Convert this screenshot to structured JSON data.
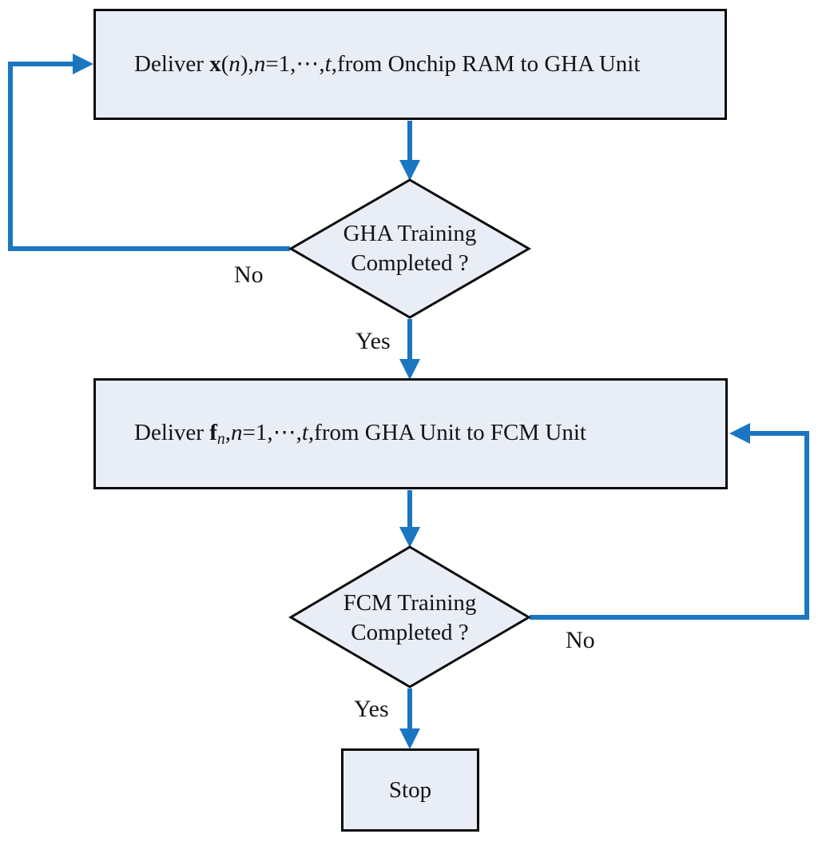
{
  "colors": {
    "arrow": "#1b76c2",
    "node_fill": "#e8edf6",
    "node_border": "#0b0b0b",
    "text": "#141414",
    "background": "#ffffff"
  },
  "nodes": {
    "box1": {
      "segments": [
        {
          "text": "Deliver ",
          "style": "normal"
        },
        {
          "text": "x",
          "style": "bold"
        },
        {
          "text": "(",
          "style": "normal"
        },
        {
          "text": "n",
          "style": "italic"
        },
        {
          "text": "),",
          "style": "normal"
        },
        {
          "text": "n",
          "style": "italic"
        },
        {
          "text": "=1,⋯,",
          "style": "normal"
        },
        {
          "text": "t",
          "style": "italic"
        },
        {
          "text": ",from Onchip RAM to GHA Unit",
          "style": "normal"
        }
      ]
    },
    "decision1": {
      "line1": "GHA Training",
      "line2": "Completed ?"
    },
    "box2": {
      "segments": [
        {
          "text": "Deliver ",
          "style": "normal"
        },
        {
          "text": "f",
          "style": "bold"
        },
        {
          "text": "n",
          "style": "subscript-italic"
        },
        {
          "text": ",",
          "style": "normal"
        },
        {
          "text": "n",
          "style": "italic"
        },
        {
          "text": "=1,⋯,",
          "style": "normal"
        },
        {
          "text": "t",
          "style": "italic"
        },
        {
          "text": ",from GHA Unit to FCM Unit",
          "style": "normal"
        }
      ]
    },
    "decision2": {
      "line1": "FCM Training",
      "line2": "Completed ?"
    },
    "stop": {
      "label": "Stop"
    }
  },
  "edge_labels": {
    "decision1_no": "No",
    "decision1_yes": "Yes",
    "decision2_no": "No",
    "decision2_yes": "Yes"
  }
}
